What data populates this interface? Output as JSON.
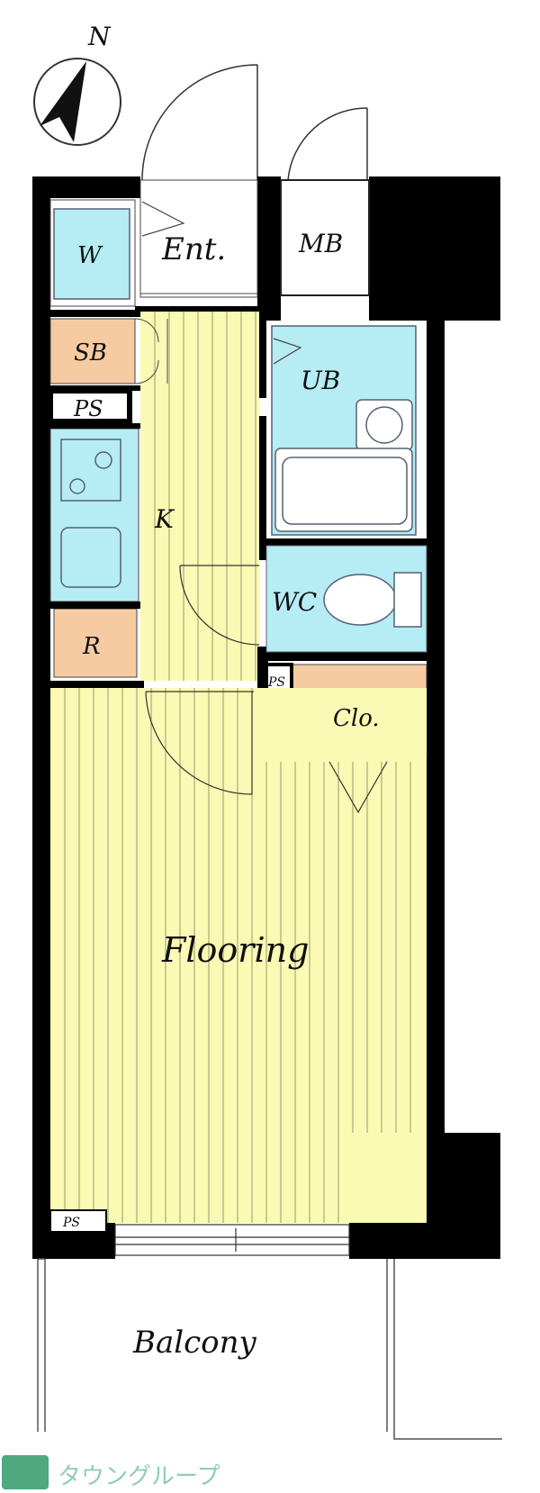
{
  "compass": {
    "label": "N"
  },
  "rooms": {
    "entrance": "Ent.",
    "meter_box": "MB",
    "washer": "W",
    "shoe_box": "SB",
    "pipe_space_top": "PS",
    "unit_bath": "UB",
    "kitchen": "K",
    "toilet": "WC",
    "refrigerator": "R",
    "pipe_space_mid": "PS",
    "closet": "Clo.",
    "flooring": "Flooring",
    "pipe_space_bottom": "PS",
    "balcony": "Balcony"
  },
  "watermark": {
    "text": "タウングループ"
  },
  "colors": {
    "wall": "#000000",
    "floor": "#fafab4",
    "floor_line": "#9a9a6a",
    "wet_area": "#b6ecf4",
    "storage": "#f7cba2",
    "fixture_line": "#556070"
  }
}
